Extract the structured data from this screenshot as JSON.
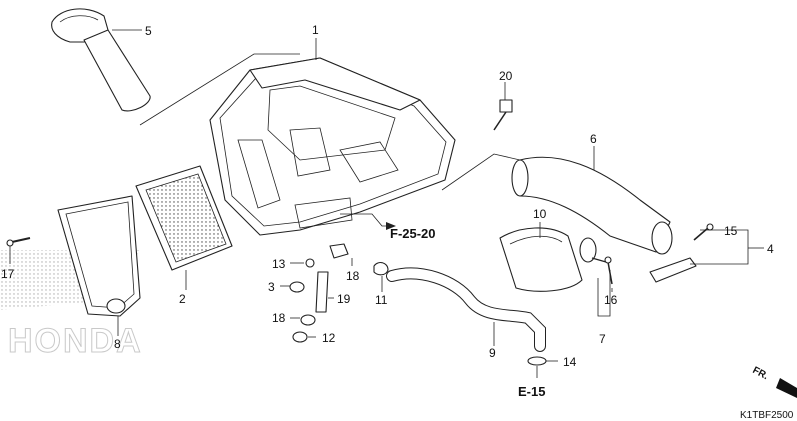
{
  "watermark": "HONDA",
  "callouts": {
    "c1": "1",
    "c2": "2",
    "c3": "3",
    "c4": "4",
    "c5": "5",
    "c6": "6",
    "c7": "7",
    "c8": "8",
    "c9": "9",
    "c10": "10",
    "c11": "11",
    "c12": "12",
    "c13": "13",
    "c14": "14",
    "c15": "15",
    "c16": "16",
    "c17": "17",
    "c18a": "18",
    "c18b": "18",
    "c19": "19",
    "c20": "20"
  },
  "references": {
    "f25_20": "F-25-20",
    "e15": "E-15"
  },
  "direction": "FR.",
  "diagram_code": "K1TBF2500"
}
